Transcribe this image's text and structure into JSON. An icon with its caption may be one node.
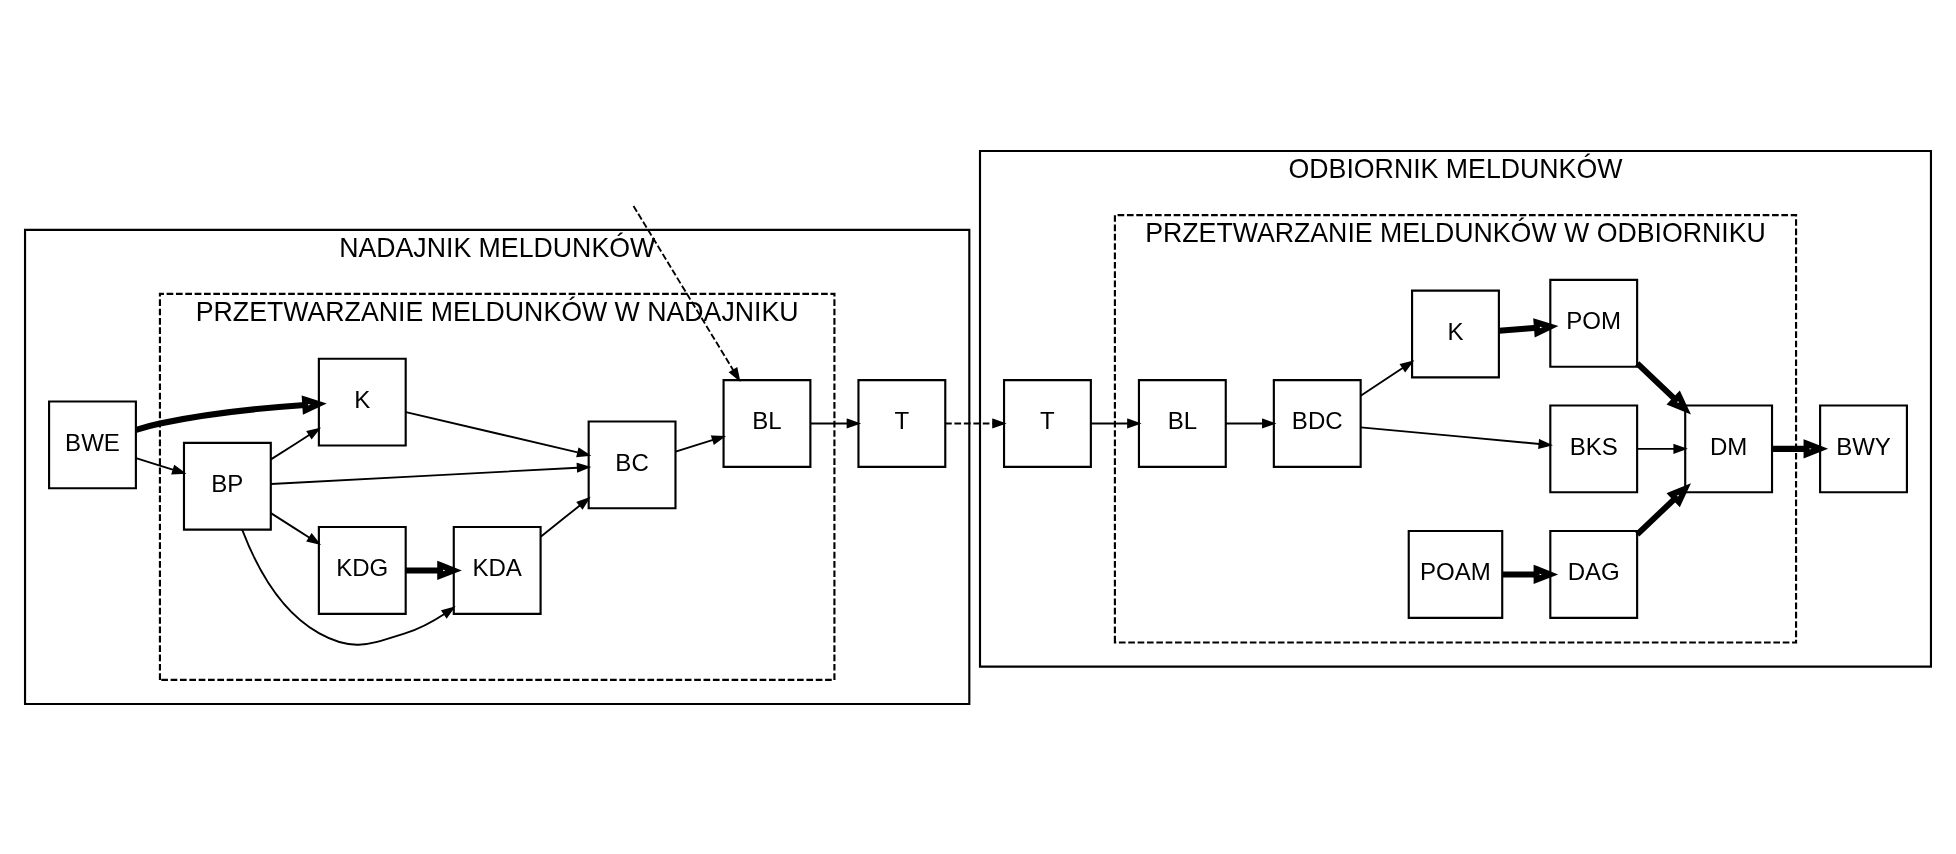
{
  "diagram": {
    "nodes": [
      {
        "text": [
          "NADAJNIK MELDUNKÓW"
        ]
      },
      {
        "text": [
          "PRZETWARZANIE MELDUNKÓW W NADAJNIKU"
        ],
        "in": 0
      },
      {
        "text": [
          "BWE"
        ],
        "in": 0
      },
      {
        "text": [
          "BP"
        ],
        "in": 1
      },
      {
        "text": [
          "KDG"
        ],
        "in": 1
      },
      {
        "text": [
          "KDA"
        ],
        "in": 1
      },
      {
        "text": [
          "K"
        ],
        "in": 1
      },
      {
        "text": [
          "BC"
        ],
        "in": 1
      },
      {
        "text": [
          "BL"
        ],
        "in": 1
      },
      {
        "text": [
          "T"
        ],
        "in": 0
      },
      {
        "text": [
          "ODBIORNIK MELDUNKÓW"
        ]
      },
      {
        "text": [
          "PRZETWARZANIE MELDUNKÓW W ODBIORNIKU"
        ],
        "in": 10
      },
      {
        "text": [
          "T"
        ],
        "in": 10
      },
      {
        "text": [
          "BL"
        ],
        "in": 11
      },
      {
        "text": [
          "BDC"
        ],
        "in": 11
      },
      {
        "text": [
          "BKS"
        ],
        "in": 11
      },
      {
        "text": [
          "K"
        ],
        "in": 11
      },
      {
        "text": [
          "POAM"
        ],
        "in": 11
      },
      {
        "text": [
          "POM"
        ],
        "in": 11
      },
      {
        "text": [
          "DAG"
        ],
        "in": 11
      },
      {
        "text": [
          "DM"
        ],
        "in": 11
      },
      {
        "text": [
          "BWY"
        ],
        "in": 10
      }
    ],
    "edges": [
      {
        "from": 2,
        "to": 3,
        "arrow": "to"
      },
      {
        "from": 3,
        "to": 5,
        "arrow": "to"
      },
      {
        "from": 3,
        "to": 4,
        "arrow": "to"
      },
      {
        "from": 3,
        "to": 6,
        "arrow": "to"
      },
      {
        "from": 3,
        "to": 7,
        "arrow": "to"
      },
      {
        "from": 4,
        "to": 5,
        "arrow": "to",
        "style": "thick"
      },
      {
        "from": 5,
        "to": 7,
        "arrow": "to"
      },
      {
        "from": 2,
        "to": 6,
        "arrow": "to",
        "style": "thick"
      },
      {
        "from": 6,
        "to": 7,
        "arrow": "to"
      },
      {
        "from": 7,
        "to": 8,
        "arrow": "to"
      },
      {
        "from": null,
        "to": 8,
        "arrow": "to",
        "style": "dashed"
      },
      {
        "from": 8,
        "to": 9,
        "arrow": "to"
      },
      {
        "from": 9,
        "to": 12,
        "arrow": "to",
        "style": "dashed"
      },
      {
        "from": 12,
        "to": 13,
        "arrow": "to"
      },
      {
        "from": 13,
        "to": 14,
        "arrow": "to"
      },
      {
        "from": 14,
        "to": 15,
        "arrow": "to"
      },
      {
        "from": 14,
        "to": 16,
        "arrow": "to"
      },
      {
        "from": 16,
        "to": 18,
        "arrow": "to",
        "style": "thick"
      },
      {
        "from": 17,
        "to": 19,
        "arrow": "to",
        "style": "thick"
      },
      {
        "from": 19,
        "to": 20,
        "arrow": "to",
        "style": "thick"
      },
      {
        "from": 18,
        "to": 20,
        "arrow": "to",
        "style": "thick"
      },
      {
        "from": 15,
        "to": 20,
        "arrow": "to"
      },
      {
        "from": 20,
        "to": 21,
        "arrow": "to",
        "style": "thick"
      }
    ]
  }
}
